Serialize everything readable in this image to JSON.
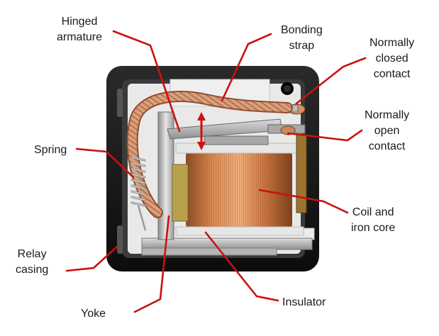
{
  "labels": {
    "hinged_armature": [
      "Hinged",
      "armature"
    ],
    "bonding_strap": [
      "Bonding",
      "strap"
    ],
    "normally_closed": [
      "Normally",
      "closed",
      "contact"
    ],
    "normally_open": [
      "Normally",
      "open",
      "contact"
    ],
    "spring": "Spring",
    "coil": [
      "Coil and",
      "iron core"
    ],
    "relay_casing": [
      "Relay",
      "casing"
    ],
    "insulator": "Insulator",
    "yoke": "Yoke"
  },
  "colors": {
    "pointer": "#cc1010",
    "casing": "#151515",
    "copper": "#c9753f",
    "braid": "#d79a76",
    "metal": "#c4c4c4",
    "plastic": "#e4e4e4"
  }
}
